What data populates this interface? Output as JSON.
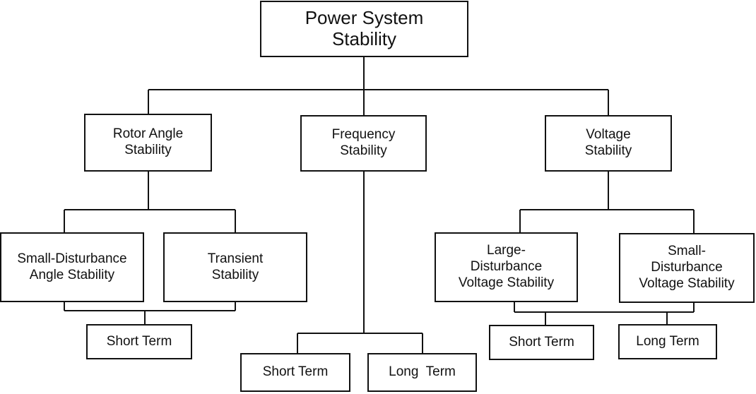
{
  "nodes": {
    "root": "Power System\nStability",
    "rotor_angle": "Rotor Angle\nStability",
    "frequency": "Frequency\nStability",
    "voltage": "Voltage\nStability",
    "small_disturbance_angle": "Small-Disturbance\nAngle Stability",
    "transient": "Transient\nStability",
    "large_disturbance_voltage": "Large-\nDisturbance\nVoltage Stability",
    "small_disturbance_voltage": "Small-\nDisturbance\nVoltage Stability",
    "angle_short_term": "Short Term",
    "frequency_short_term": "Short Term",
    "frequency_long_term": "Long  Term",
    "voltage_short_term": "Short Term",
    "voltage_long_term": "Long Term"
  },
  "colors": {
    "line": "#111111",
    "box_border": "#111111",
    "background": "#ffffff"
  }
}
